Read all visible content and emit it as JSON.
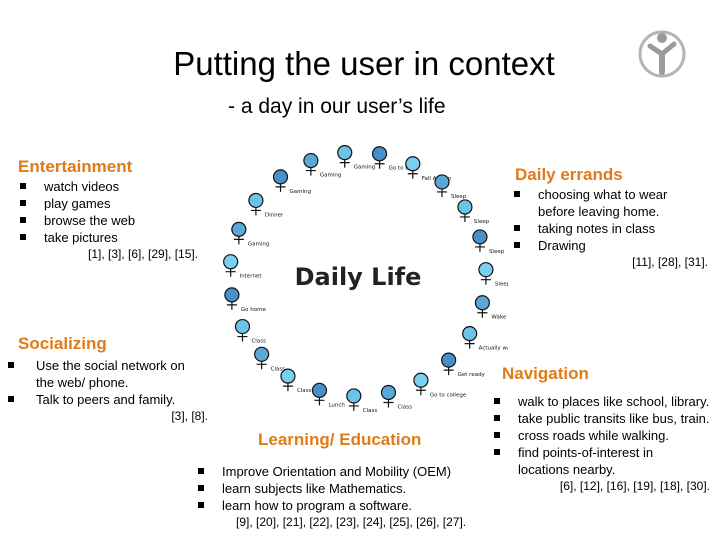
{
  "slide": {
    "title": "Putting the user in context",
    "subtitle": "- a day in our user’s life"
  },
  "entertainment": {
    "heading": "Entertainment",
    "items": [
      "watch videos",
      "play games",
      "browse the web",
      "take pictures"
    ],
    "refs": "[1], [3], [6], [29], [15]."
  },
  "socializing": {
    "heading": "Socializing",
    "items": [
      "Use the social network on the web/ phone.",
      "Talk to peers and family."
    ],
    "refs": "[3], [8]."
  },
  "errands": {
    "heading": "Daily errands",
    "items": [
      "choosing what to wear before leaving home.",
      "taking notes in class",
      "Drawing"
    ],
    "refs": "[11], [28], [31]."
  },
  "navigation": {
    "heading": "Navigation",
    "items": [
      "walk to places like school, library.",
      "take public transits like bus, train.",
      "cross roads while walking.",
      "find points-of-interest in locations nearby."
    ],
    "refs": "[6], [12], [16], [19], [18], [30]."
  },
  "learning": {
    "heading": "Learning/ Education",
    "items": [
      "Improve Orientation and Mobility (OEM)",
      "learn subjects like Mathematics.",
      "learn how to program a software."
    ],
    "refs": "[9], [20], [21], [22], [23], [24], [25], [26], [27]."
  },
  "illustration": {
    "center_label": "Daily Life",
    "activities": [
      "Gaming",
      "Gaming",
      "Go to bed",
      "Fall Asleep",
      "Sleep",
      "Sleep",
      "Sleep",
      "Sleep",
      "Wake up",
      "Actually wake up",
      "Get ready",
      "Go to college",
      "Class",
      "Class",
      "Lunch",
      "Class",
      "Class",
      "Class",
      "Go home",
      "Internet",
      "Gaming",
      "Dinner",
      "Gaming"
    ]
  },
  "colors": {
    "heading": "#e07b17",
    "text": "#000000",
    "logo": "#9a9a9a"
  }
}
